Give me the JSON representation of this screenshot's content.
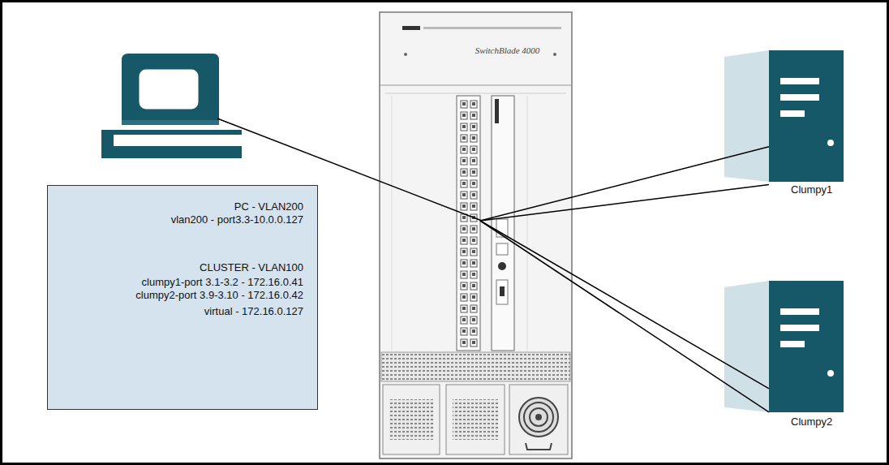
{
  "diagram": {
    "nodes": [
      {
        "text": [
          "PC - VLAN200",
          "vlan200 - port3.3-10.0.0.127",
          "CLUSTER - VLAN100",
          "clumpy1-port 3.1-3.2 - 172.16.0.41",
          "clumpy2-port 3.9-3.10 - 172.16.0.42",
          "virtual - 172.16.0.127"
        ]
      },
      {
        "text": [
          "SwitchBlade 4000"
        ]
      },
      {
        "text": [
          "Clumpy1"
        ]
      },
      {
        "text": [
          "Clumpy2"
        ]
      }
    ],
    "edges": [
      {
        "from": 1,
        "to": 2,
        "arrow": "none"
      },
      {
        "from": 1,
        "to": 2,
        "arrow": "none"
      },
      {
        "from": 1,
        "to": 3,
        "arrow": "none"
      },
      {
        "from": 1,
        "to": 3,
        "arrow": "none"
      }
    ]
  }
}
